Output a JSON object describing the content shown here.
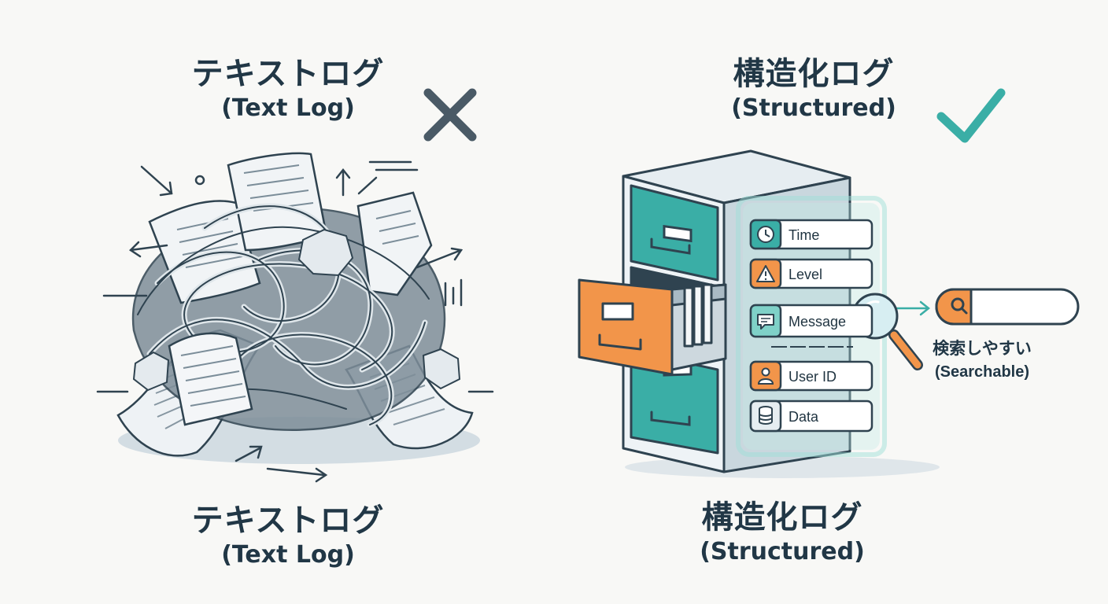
{
  "text_log": {
    "title_ja": "テキストログ",
    "title_en": "(Text Log)",
    "caption_ja": "テキストログ",
    "caption_en": "(Text Log)",
    "verdict_icon": "cross-icon"
  },
  "structured_log": {
    "title_ja": "構造化ログ",
    "title_en": "(Structured)",
    "caption_ja": "構造化ログ",
    "caption_en": "(Structured)",
    "verdict_icon": "check-icon",
    "fields": [
      {
        "label": "Time",
        "icon": "clock-icon"
      },
      {
        "label": "Level",
        "icon": "warning-icon"
      },
      {
        "label": "Message",
        "icon": "chat-icon"
      },
      {
        "label": "User ID",
        "icon": "user-icon"
      },
      {
        "label": "Data",
        "icon": "database-icon"
      }
    ],
    "search": {
      "label_ja": "検索しやすい",
      "label_en": "(Searchable)",
      "icon": "magnifier-icon"
    }
  },
  "colors": {
    "text": "#213746",
    "teal": "#3aaea6",
    "teal_light": "#7fd1c8",
    "orange": "#f2954a",
    "outline": "#2f4350",
    "cross": "#4a5a66",
    "check": "#3aaea6"
  }
}
